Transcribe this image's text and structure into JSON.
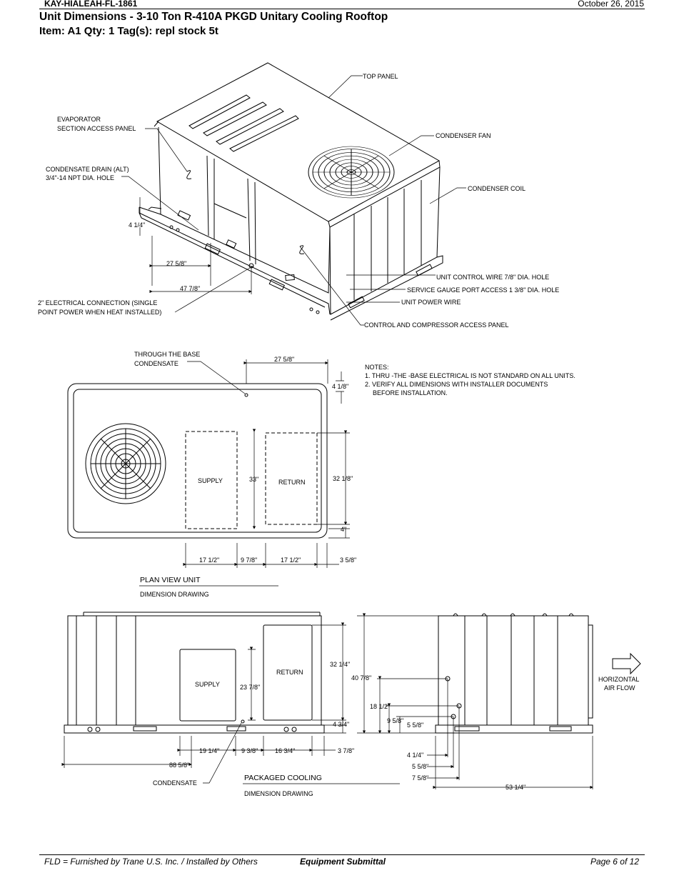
{
  "header": {
    "job": "KAY-HIALEAH-FL-1861",
    "date": "October 26, 2015",
    "title": "Unit Dimensions - 3-10 Ton R-410A PKGD Unitary Cooling Rooftop",
    "item": "Item: A1   Qty: 1   Tag(s): repl stock 5t"
  },
  "iso": {
    "top_panel": "TOP PANEL",
    "evap_l1": "EVAPORATOR",
    "evap_l2": "SECTION ACCESS PANEL",
    "drain_l1": "CONDENSATE DRAIN (ALT)",
    "drain_l2": "3/4\"-14 NPT DIA. HOLE",
    "cond_fan": "CONDENSER FAN",
    "cond_coil": "CONDENSER COIL",
    "d_4_1_4": "4 1/4\"",
    "d_27_5_8": "27 5/8\"",
    "d_47_7_8": "47 7/8\"",
    "elec_l1": "2\" ELECTRICAL CONNECTION (SINGLE",
    "elec_l2": "POINT POWER WHEN HEAT INSTALLED)",
    "ctrl_wire": "UNIT CONTROL WIRE 7/8\" DIA. HOLE",
    "gauge_port": "SERVICE GAUGE PORT ACCESS 1 3/8\" DIA. HOLE",
    "power_wire": "UNIT POWER WIRE",
    "comp_panel": "CONTROL AND COMPRESSOR ACCESS PANEL"
  },
  "plan": {
    "base_cond_l1": "THROUGH THE BASE",
    "base_cond_l2": "CONDENSATE",
    "d_27_5_8": "27 5/8\"",
    "d_4_1_8": "4 1/8\"",
    "supply": "SUPPLY",
    "return": "RETURN",
    "d_33": "33\"",
    "d_32_1_8": "32 1/8\"",
    "d_4": "4\"",
    "d_17_1_2_a": "17 1/2\"",
    "d_9_7_8": "9 7/8\"",
    "d_17_1_2_b": "17 1/2\"",
    "d_3_5_8": "3 5/8\"",
    "caption": "PLAN VIEW UNIT",
    "subcaption": "DIMENSION DRAWING"
  },
  "notes": {
    "heading": "NOTES:",
    "n1": "1. THRU -THE -BASE ELECTRICAL IS NOT STANDARD ON ALL UNITS.",
    "n2a": "2. VERIFY ALL DIMENSIONS WITH INSTALLER DOCUMENTS",
    "n2b": "BEFORE INSTALLATION."
  },
  "elev": {
    "supply": "SUPPLY",
    "return": "RETURN",
    "d_23_7_8": "23 7/8\"",
    "d_32_1_4": "32 1/4\"",
    "d_40_7_8": "40 7/8\"",
    "d_18_1_2": "18 1/2\"",
    "d_9_5_8": "9 5/8\"",
    "d_5_5_8_a": "5 5/8\"",
    "d_4_3_4": "4 3/4\"",
    "d_19_1_4": "19 1/4\"",
    "d_9_3_8": "9 3/8\"",
    "d_16_3_4": "16 3/4\"",
    "d_3_7_8": "3 7/8\"",
    "d_88_5_8": "88 5/8\"",
    "condensate": "CONDENSATE",
    "d_4_1_4": "4 1/4\"",
    "d_5_5_8_b": "5 5/8\"",
    "d_7_5_8": "7 5/8\"",
    "d_53_1_4": "53 1/4\"",
    "airflow_l1": "HORIZONTAL",
    "airflow_l2": "AIR FLOW",
    "caption": "PACKAGED COOLING",
    "subcaption": "DIMENSION DRAWING"
  },
  "footer": {
    "left": "FLD = Furnished by Trane U.S. Inc. / Installed by Others",
    "mid": "Equipment Submittal",
    "right": "Page 6 of 12"
  }
}
